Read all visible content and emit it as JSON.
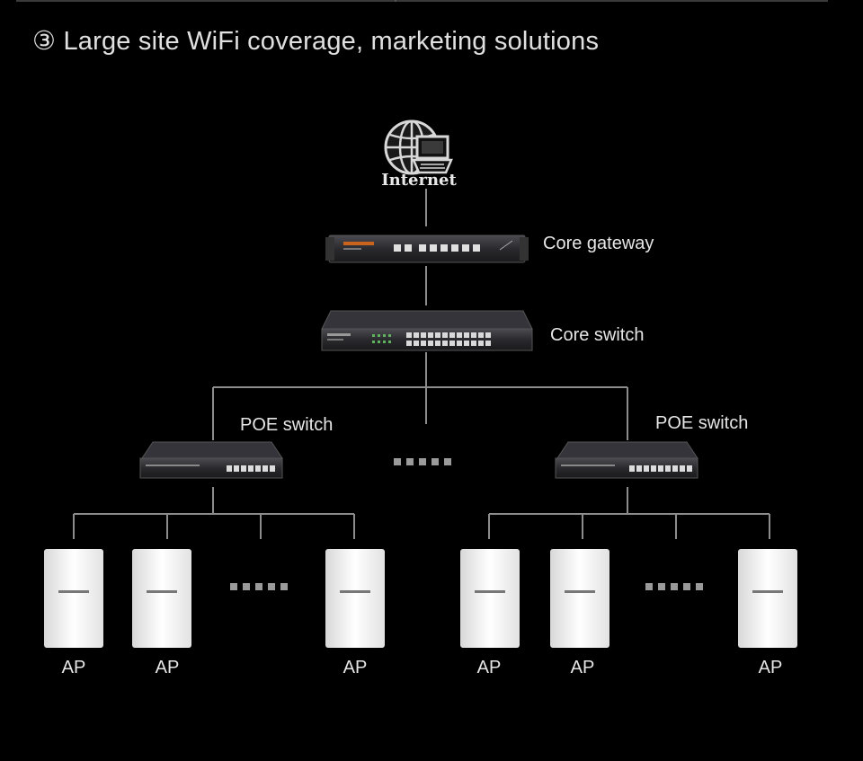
{
  "title": "③ Large site WiFi coverage, marketing solutions",
  "nodes": {
    "internet": {
      "label": "Internet"
    },
    "core_gateway": {
      "label": "Core gateway"
    },
    "core_switch": {
      "label": "Core switch"
    },
    "poe_switch_left": {
      "label": "POE switch"
    },
    "poe_switch_right": {
      "label": "POE switch"
    }
  },
  "access_points": {
    "left": [
      "AP",
      "AP",
      "AP"
    ],
    "right": [
      "AP",
      "AP",
      "AP"
    ]
  },
  "colors": {
    "background": "#000000",
    "line": "#8c8c8c",
    "text": "#e6e6e6",
    "device": "#2a2a2e",
    "ap": "#f4f4f4"
  },
  "icons": {
    "internet": "globe-laptop-icon",
    "gateway": "rack-gateway-icon",
    "switch": "network-switch-icon",
    "ap": "access-point-icon",
    "more": "ellipsis-squares-icon"
  }
}
